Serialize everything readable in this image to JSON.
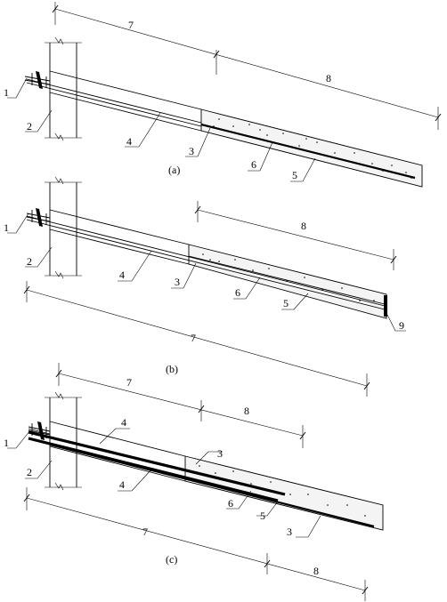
{
  "panels": [
    {
      "caption": "(a)",
      "dims": {
        "free": "7",
        "bond": "8"
      },
      "labels": {
        "n1": "1",
        "n2": "2",
        "n3": "3",
        "n4": "4",
        "n5": "5",
        "n6": "6"
      }
    },
    {
      "caption": "(b)",
      "dims": {
        "free": "7",
        "bond": "8"
      },
      "labels": {
        "n1": "1",
        "n2": "2",
        "n3": "3",
        "n4": "4",
        "n5": "5",
        "n6": "6",
        "n9": "9"
      }
    },
    {
      "caption": "(c)",
      "dims": {
        "free_top": "7",
        "bond_top": "8",
        "free_bot": "7",
        "bond_bot": "8"
      },
      "labels": {
        "n1": "1",
        "n2": "2",
        "n3a": "3",
        "n3b": "3",
        "n4a": "4",
        "n4b": "4",
        "n5": "5",
        "n6": "6"
      }
    }
  ]
}
